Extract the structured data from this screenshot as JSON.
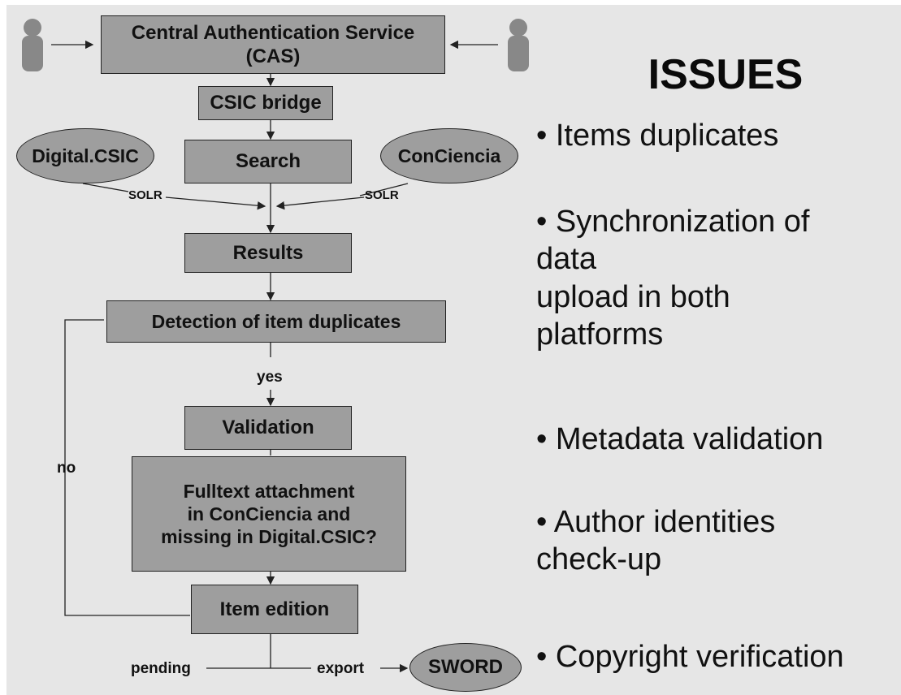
{
  "flow": {
    "cas": "Central Authentication Service\n(CAS)",
    "bridge": "CSIC bridge",
    "search": "Search",
    "digital": "Digital.CSIC",
    "conciencia": "ConCiencia",
    "solr_left": "SOLR",
    "solr_right": "SOLR",
    "results": "Results",
    "detection": "Detection of item duplicates",
    "yes": "yes",
    "validation": "Validation",
    "fulltext": "Fulltext attachment\nin ConCiencia and\nmissing in Digital.CSIC?",
    "edition": "Item edition",
    "no": "no",
    "pending": "pending",
    "export": "export",
    "sword": "SWORD"
  },
  "issues": {
    "title": "ISSUES",
    "items": [
      "• Items duplicates",
      "• Synchronization of\ndata\n  upload in both\nplatforms",
      "• Metadata validation",
      "• Author identities\ncheck-up",
      "• Copyright verification"
    ]
  },
  "icons": [
    "user-icon-left",
    "user-icon-right"
  ],
  "colors": {
    "background": "#e6e6e6",
    "box_fill": "#9e9e9e",
    "line": "#222222"
  }
}
